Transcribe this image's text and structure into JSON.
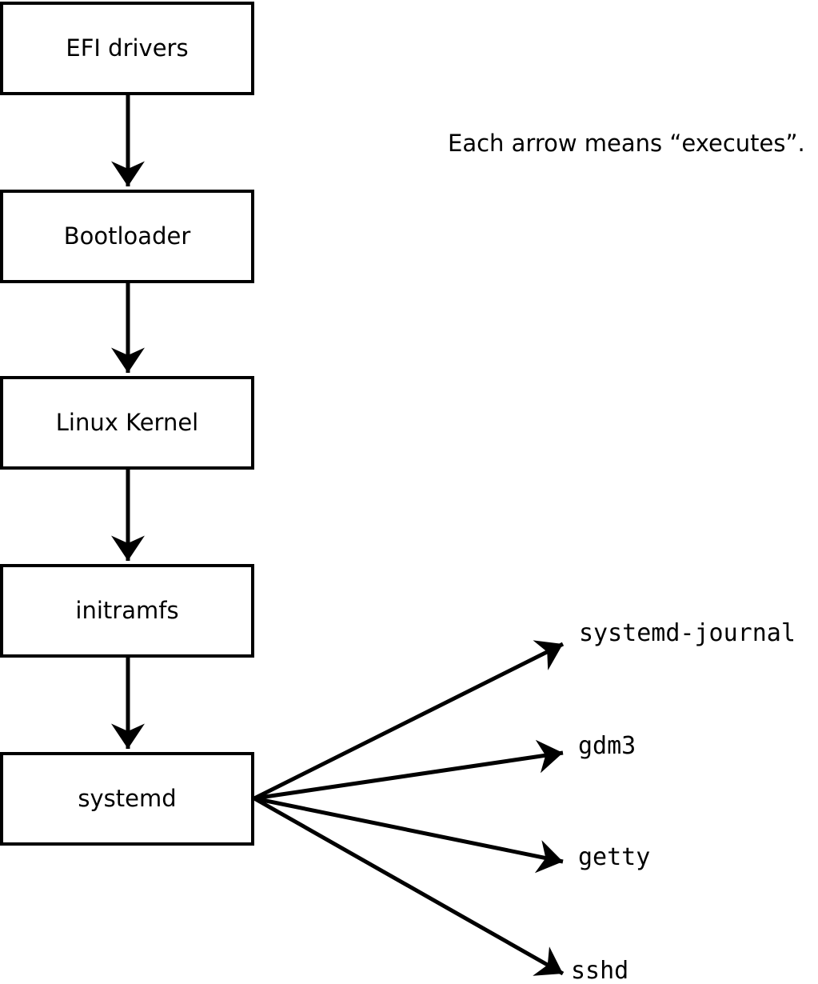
{
  "annotation": "Each arrow means “executes”.",
  "colors": {
    "line": "#000000",
    "box_border": "#000000",
    "box_fill": "#ffffff",
    "background": "#ffffff",
    "text": "#000000"
  },
  "chain": [
    {
      "label": "EFI drivers"
    },
    {
      "label": "Bootloader"
    },
    {
      "label": "Linux Kernel"
    },
    {
      "label": "initramfs"
    },
    {
      "label": "systemd"
    }
  ],
  "spawned": [
    {
      "label": "systemd-journal"
    },
    {
      "label": "gdm3"
    },
    {
      "label": "getty"
    },
    {
      "label": "sshd"
    }
  ],
  "edges": [
    {
      "from": "EFI drivers",
      "to": "Bootloader"
    },
    {
      "from": "Bootloader",
      "to": "Linux Kernel"
    },
    {
      "from": "Linux Kernel",
      "to": "initramfs"
    },
    {
      "from": "initramfs",
      "to": "systemd"
    },
    {
      "from": "systemd",
      "to": "systemd-journal"
    },
    {
      "from": "systemd",
      "to": "gdm3"
    },
    {
      "from": "systemd",
      "to": "getty"
    },
    {
      "from": "systemd",
      "to": "sshd"
    }
  ]
}
